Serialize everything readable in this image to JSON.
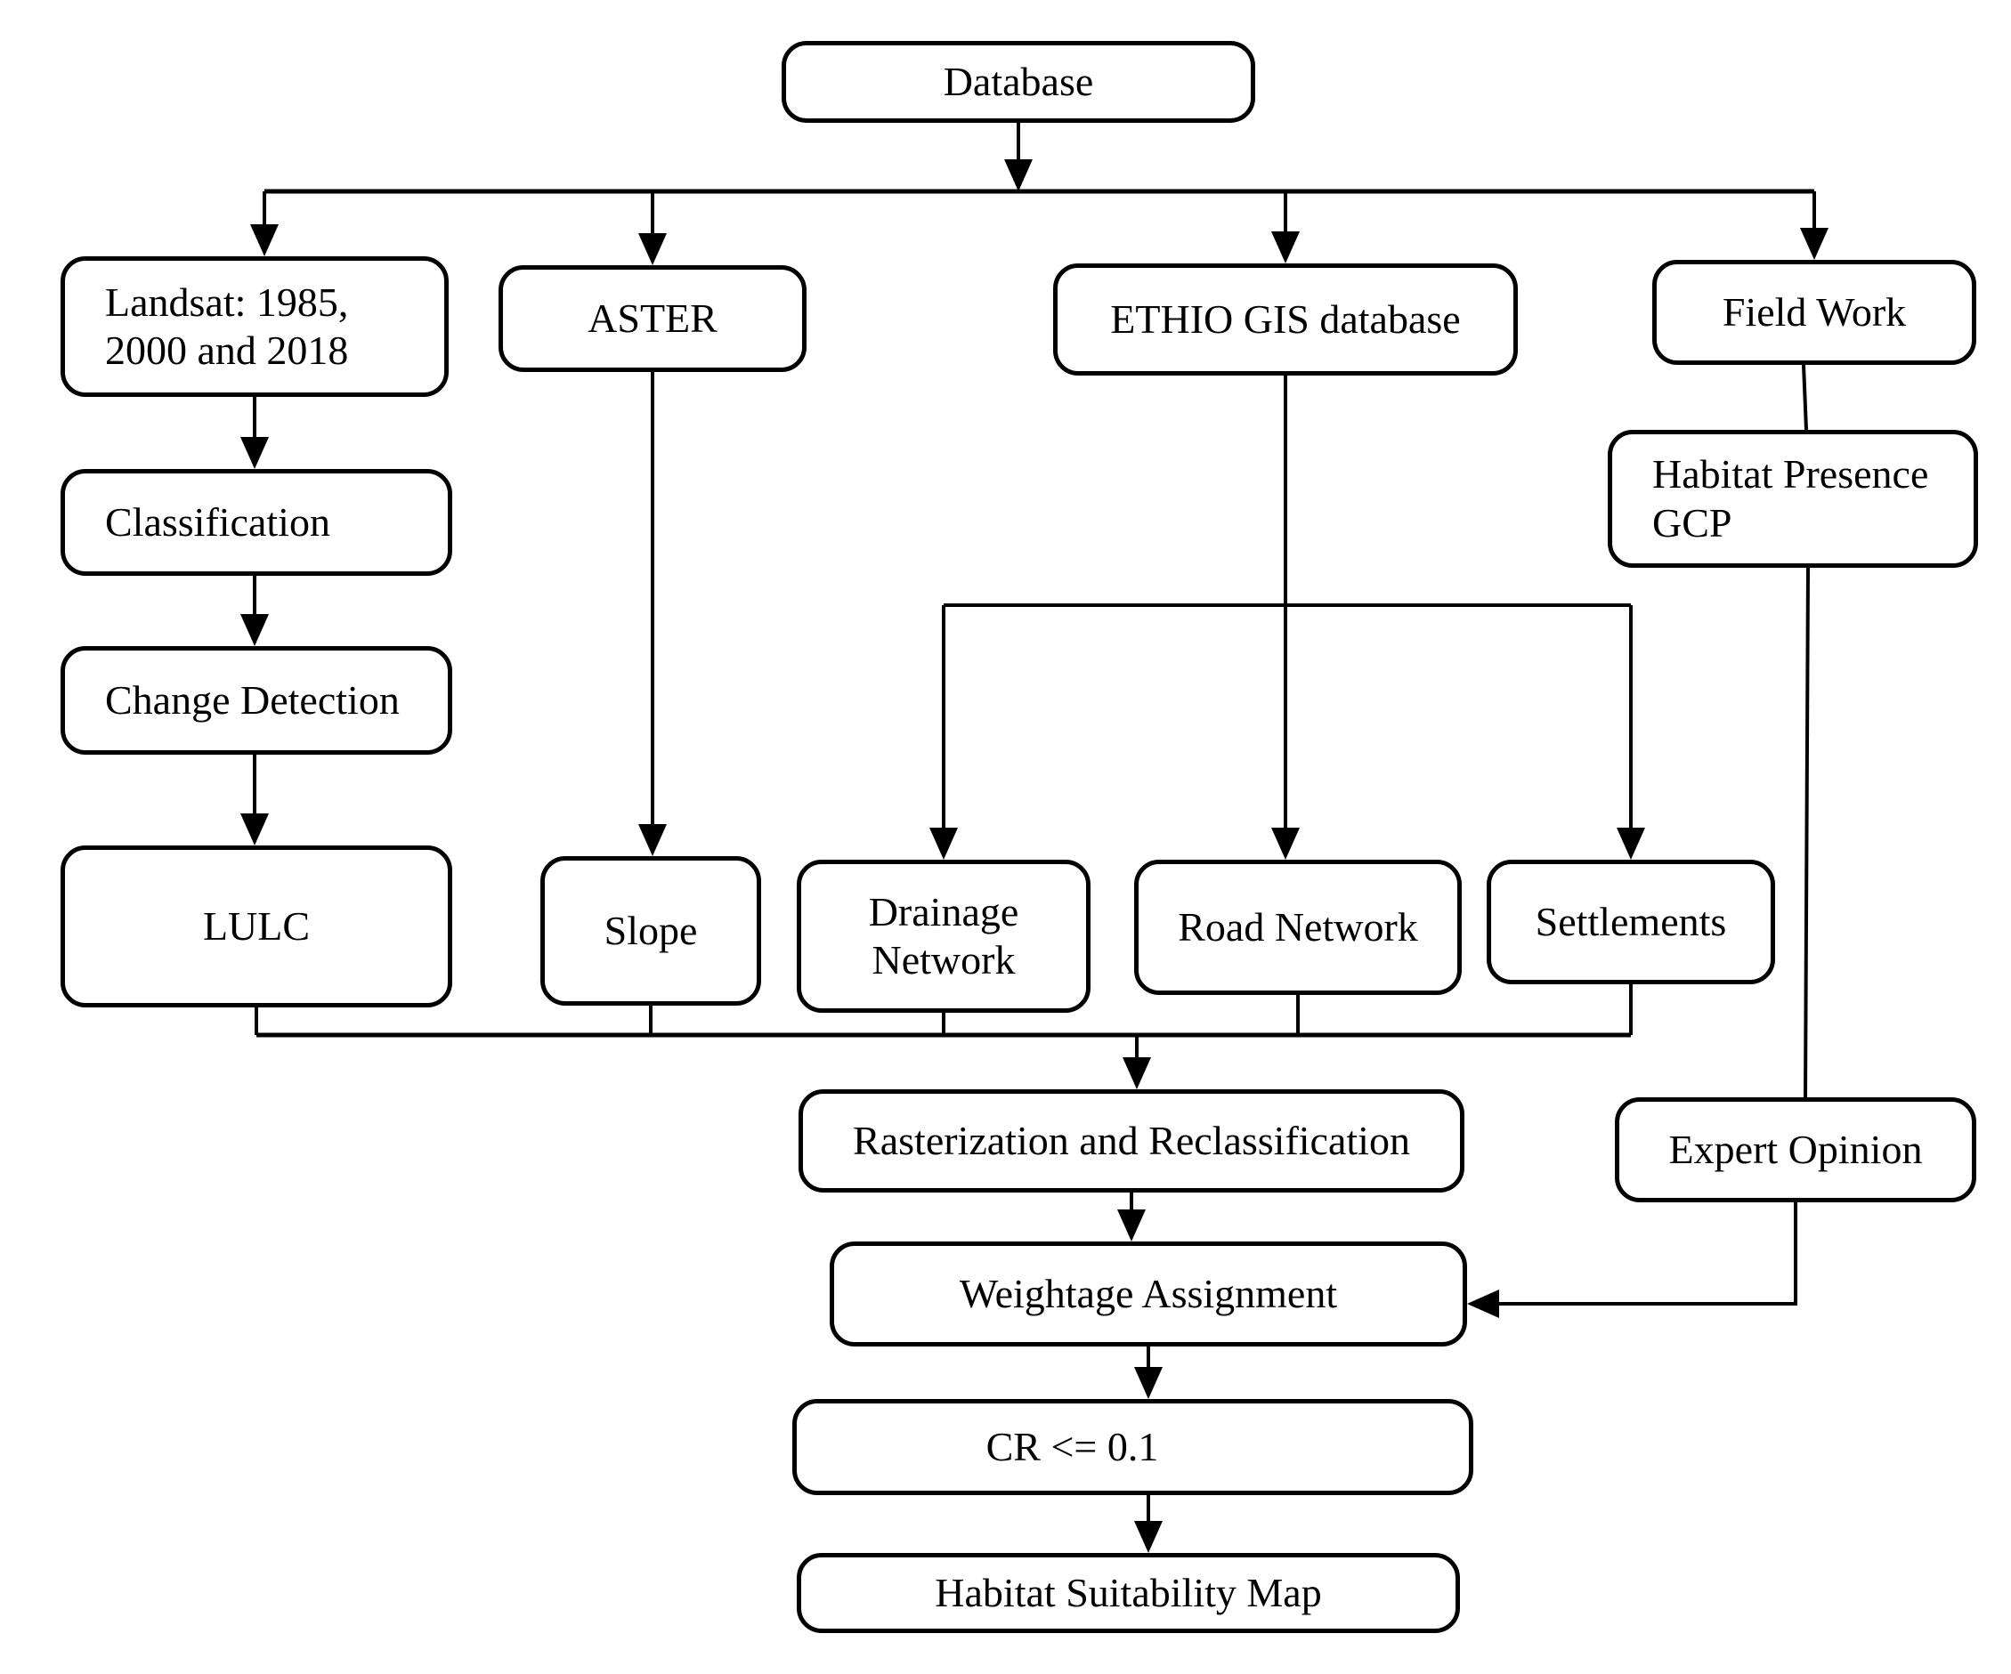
{
  "title": "Habitat suitability mapping methodology flowchart",
  "colors": {
    "ink": "#000000",
    "paper": "#ffffff"
  },
  "nodes": {
    "database": {
      "label": "Database"
    },
    "landsat": {
      "label": "Landsat: 1985,\n2000 and 2018"
    },
    "aster": {
      "label": "ASTER"
    },
    "ethio": {
      "label": "ETHIO GIS database"
    },
    "fieldwork": {
      "label": "Field Work"
    },
    "gcp": {
      "label": "Habitat Presence\nGCP"
    },
    "classification": {
      "label": "Classification"
    },
    "change_detection": {
      "label": "Change Detection"
    },
    "lulc": {
      "label": "LULC"
    },
    "slope": {
      "label": "Slope"
    },
    "drainage": {
      "label": "Drainage\nNetwork"
    },
    "road": {
      "label": "Road Network"
    },
    "settlements": {
      "label": "Settlements"
    },
    "rasterization": {
      "label": "Rasterization and Reclassification"
    },
    "expert": {
      "label": "Expert Opinion"
    },
    "weightage": {
      "label": "Weightage Assignment"
    },
    "cr": {
      "label": "CR <= 0.1"
    },
    "map": {
      "label": "Habitat Suitability Map"
    }
  },
  "edges": [
    {
      "from": "database",
      "to": "landsat"
    },
    {
      "from": "database",
      "to": "aster"
    },
    {
      "from": "database",
      "to": "ethio"
    },
    {
      "from": "database",
      "to": "fieldwork"
    },
    {
      "from": "landsat",
      "to": "classification"
    },
    {
      "from": "classification",
      "to": "change_detection"
    },
    {
      "from": "change_detection",
      "to": "lulc"
    },
    {
      "from": "aster",
      "to": "slope"
    },
    {
      "from": "ethio",
      "to": "drainage"
    },
    {
      "from": "ethio",
      "to": "road"
    },
    {
      "from": "ethio",
      "to": "settlements"
    },
    {
      "from": "fieldwork",
      "to": "gcp"
    },
    {
      "from": "gcp",
      "to": "expert"
    },
    {
      "from": "lulc",
      "to": "rasterization"
    },
    {
      "from": "slope",
      "to": "rasterization"
    },
    {
      "from": "drainage",
      "to": "rasterization"
    },
    {
      "from": "road",
      "to": "rasterization"
    },
    {
      "from": "settlements",
      "to": "rasterization"
    },
    {
      "from": "rasterization",
      "to": "weightage"
    },
    {
      "from": "expert",
      "to": "weightage"
    },
    {
      "from": "weightage",
      "to": "cr"
    },
    {
      "from": "cr",
      "to": "map"
    }
  ]
}
